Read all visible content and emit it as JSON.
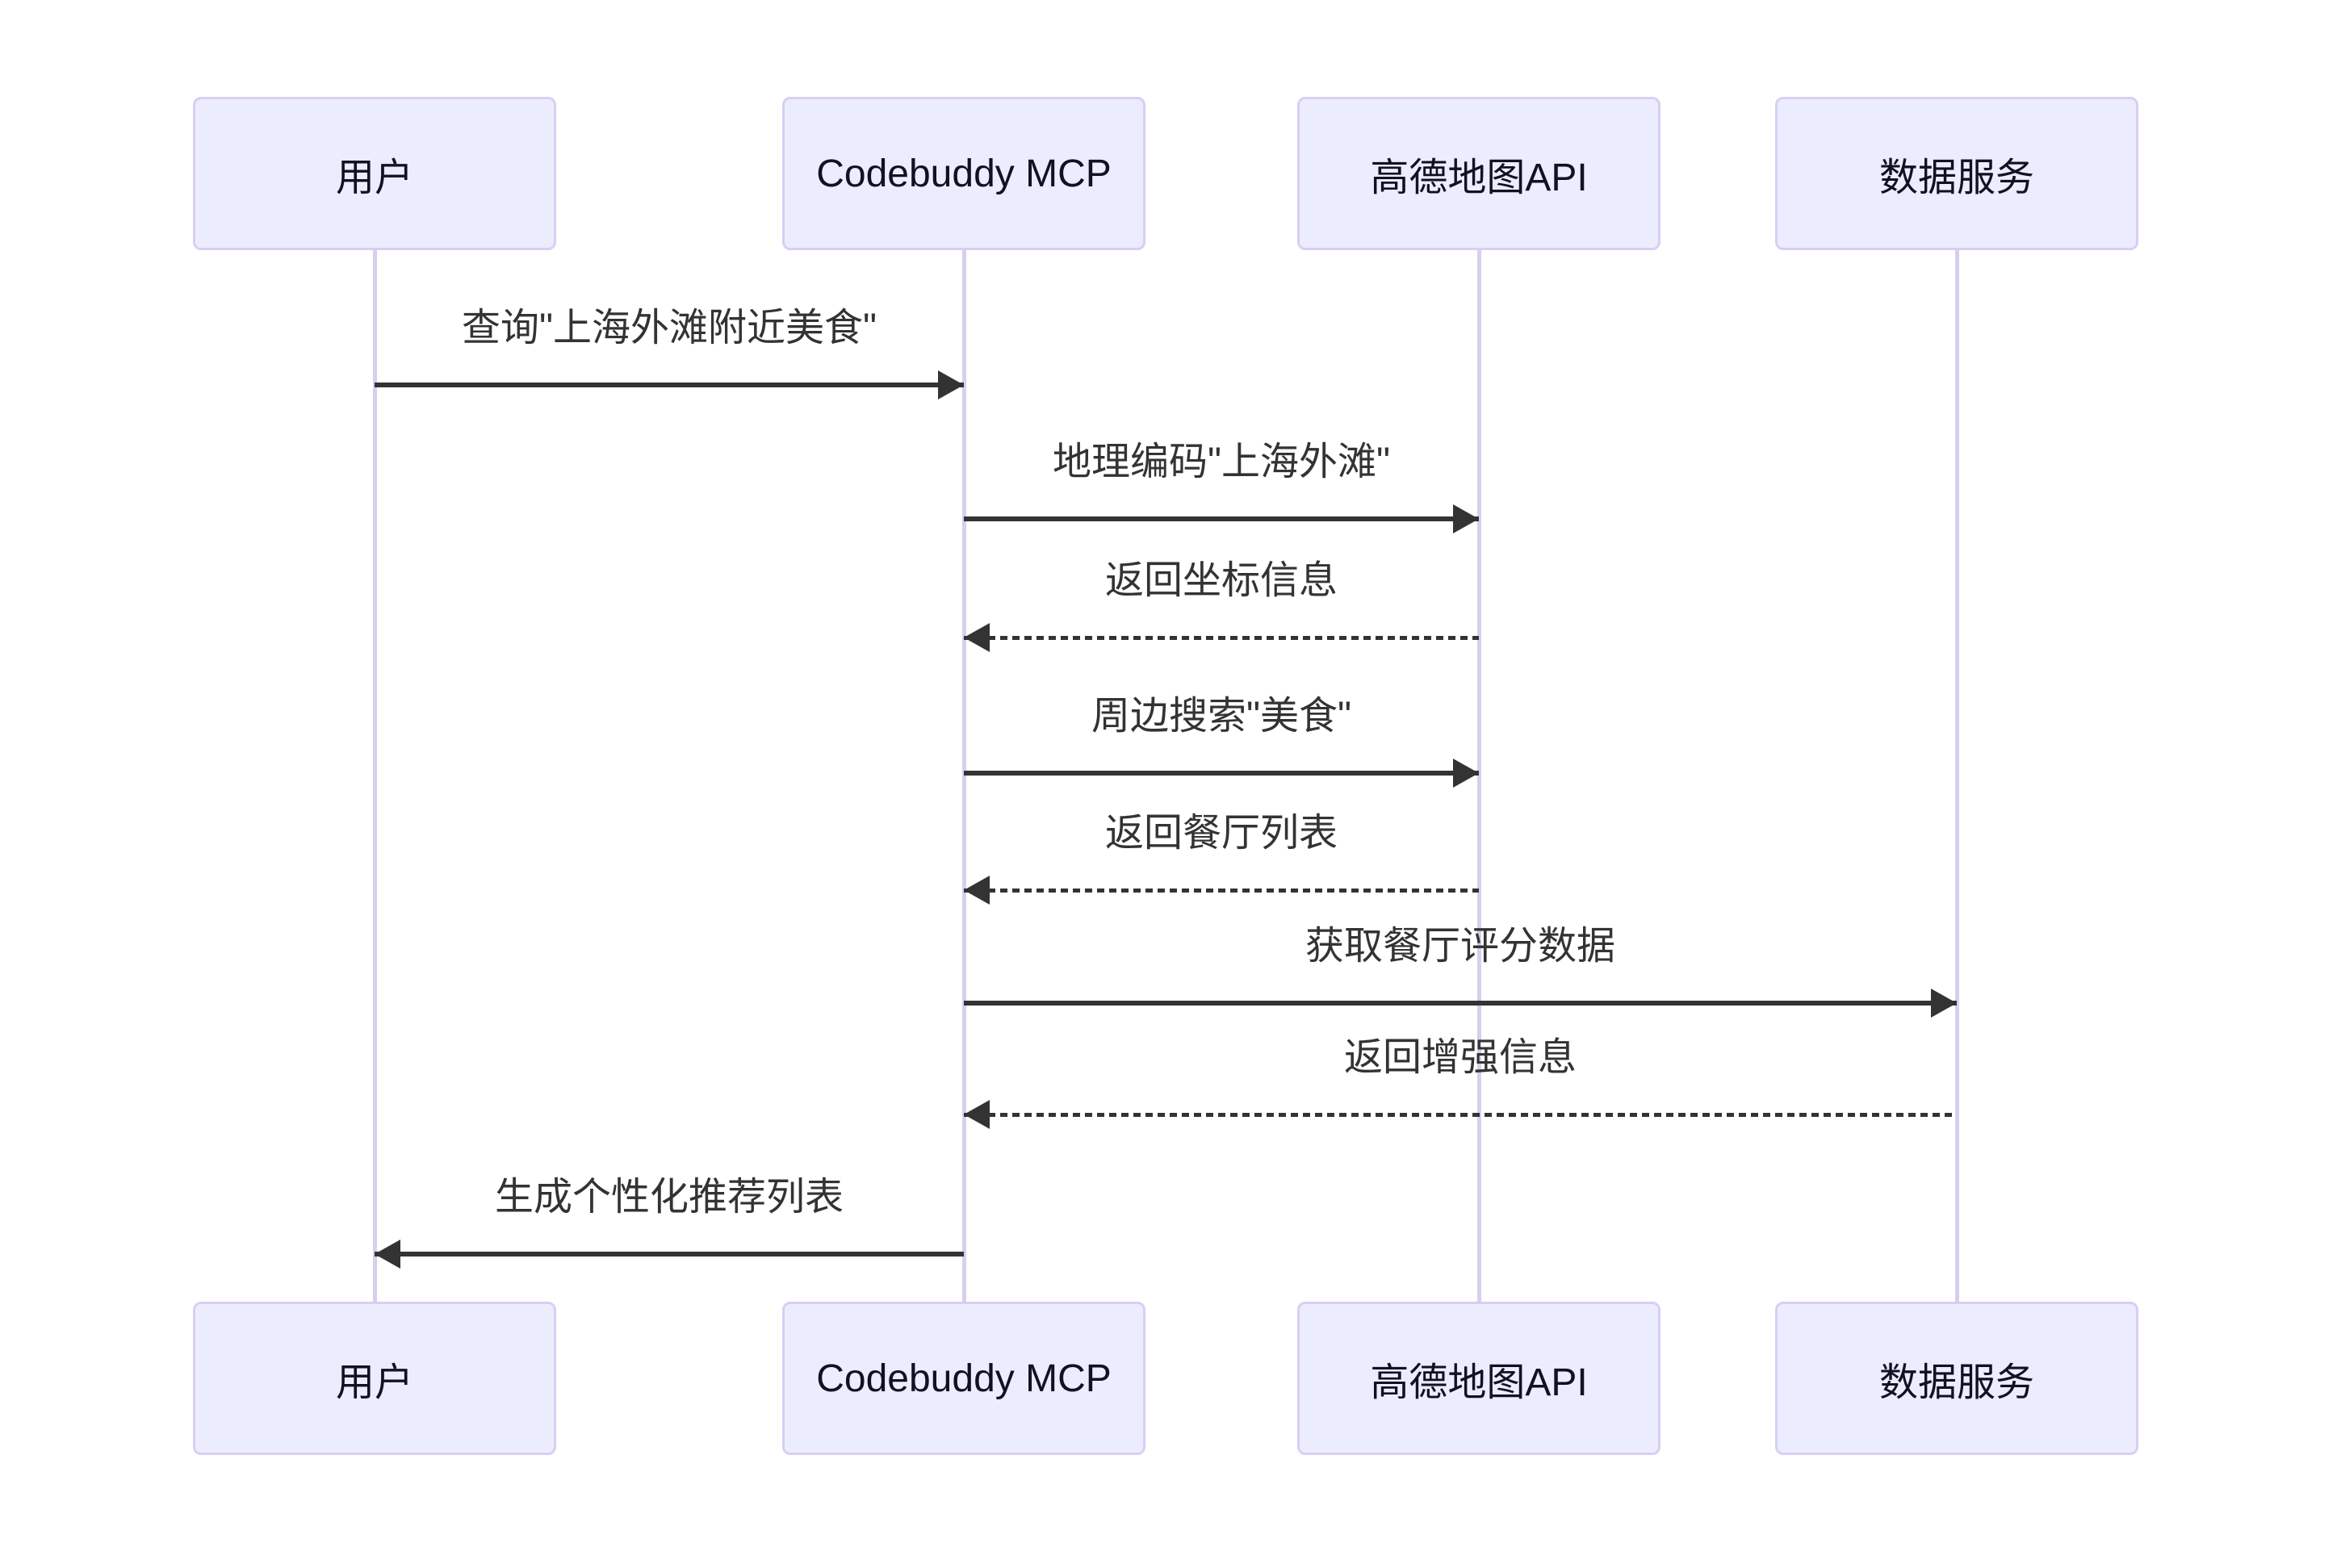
{
  "diagram_type": "sequence-diagram",
  "actors": [
    {
      "id": "user",
      "label": "用户"
    },
    {
      "id": "codebuddy-mcp",
      "label": "Codebuddy MCP"
    },
    {
      "id": "amap-api",
      "label": "高德地图API"
    },
    {
      "id": "data-service",
      "label": "数据服务"
    }
  ],
  "messages": [
    {
      "label": "查询\"上海外滩附近美食\"",
      "from": "用户",
      "to": "Codebuddy MCP",
      "line": "solid"
    },
    {
      "label": "地理编码\"上海外滩\"",
      "from": "Codebuddy MCP",
      "to": "高德地图API",
      "line": "solid"
    },
    {
      "label": "返回坐标信息",
      "from": "高德地图API",
      "to": "Codebuddy MCP",
      "line": "dashed"
    },
    {
      "label": "周边搜索\"美食\"",
      "from": "Codebuddy MCP",
      "to": "高德地图API",
      "line": "solid"
    },
    {
      "label": "返回餐厅列表",
      "from": "高德地图API",
      "to": "Codebuddy MCP",
      "line": "dashed"
    },
    {
      "label": "获取餐厅评分数据",
      "from": "Codebuddy MCP",
      "to": "数据服务",
      "line": "solid"
    },
    {
      "label": "返回增强信息",
      "from": "数据服务",
      "to": "Codebuddy MCP",
      "line": "dashed"
    },
    {
      "label": "生成个性化推荐列表",
      "from": "Codebuddy MCP",
      "to": "用户",
      "line": "solid"
    }
  ],
  "colors": {
    "actor_fill": "#ECECFF",
    "actor_border": "#D9CEF2",
    "lifeline": "#D8CEEE",
    "arrow": "#333333",
    "message_text": "#333333",
    "actor_text": "#111122",
    "background": "#FFFFFF"
  }
}
